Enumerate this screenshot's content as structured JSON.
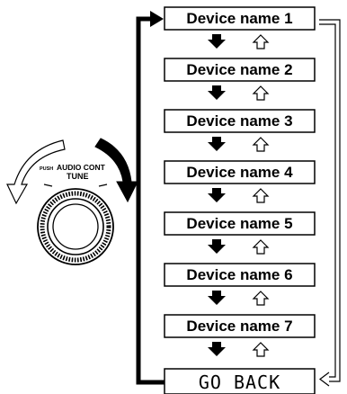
{
  "knob": {
    "push_label": "PUSH",
    "audio_cont_label": "AUDIO CONT",
    "tune_label": "TUNE"
  },
  "menu": {
    "items": [
      {
        "label": "Device name 1"
      },
      {
        "label": "Device name 2"
      },
      {
        "label": "Device name 3"
      },
      {
        "label": "Device name 4"
      },
      {
        "label": "Device name 5"
      },
      {
        "label": "Device name 6"
      },
      {
        "label": "Device name 7"
      }
    ],
    "back_label": "GO BACK"
  },
  "colors": {
    "line": "#000000",
    "background": "#ffffff"
  }
}
